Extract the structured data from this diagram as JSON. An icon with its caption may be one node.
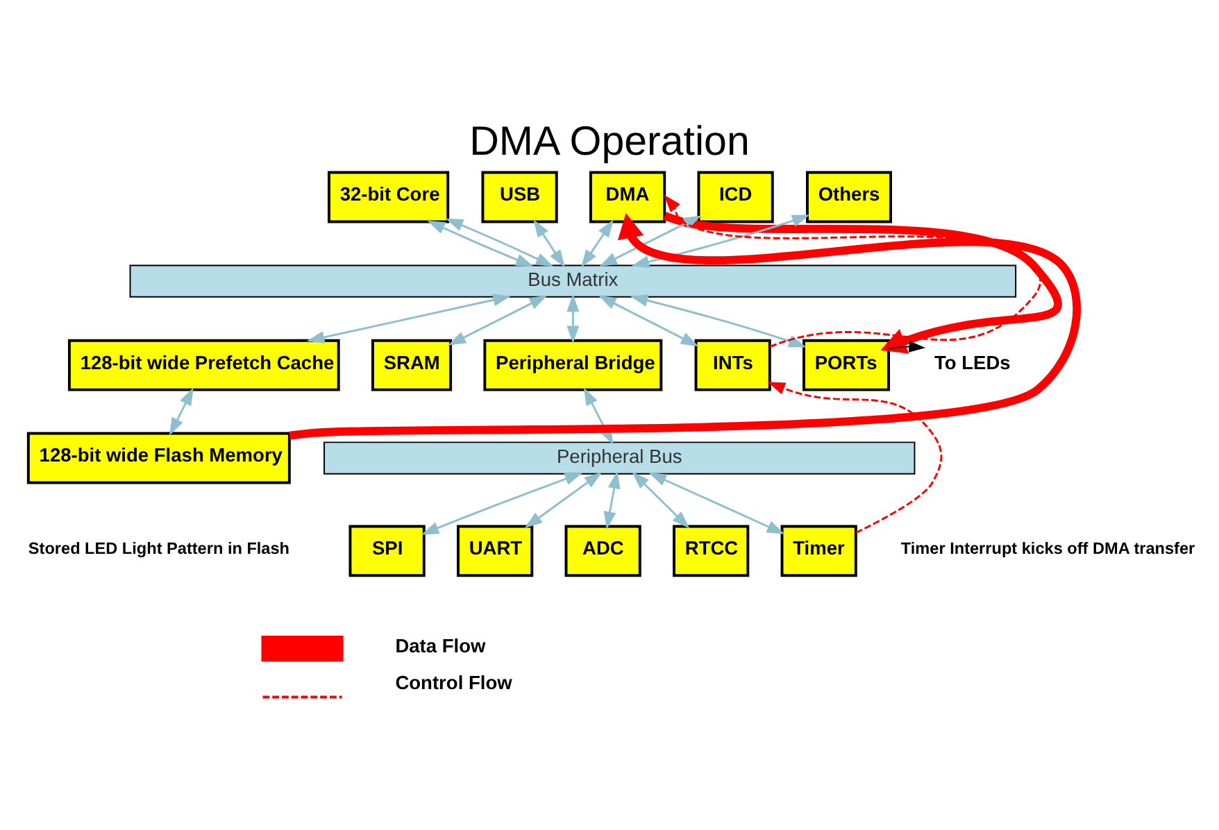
{
  "diagram": {
    "title": "DMA Operation",
    "nodes": [
      {
        "text": [
          "32-bit Core"
        ]
      },
      {
        "text": [
          "USB"
        ]
      },
      {
        "text": [
          "DMA"
        ]
      },
      {
        "text": [
          "ICD"
        ]
      },
      {
        "text": [
          "Others"
        ]
      },
      {
        "text": [
          "Bus Matrix"
        ]
      },
      {
        "text": [
          "128-bit wide Prefetch Cache"
        ]
      },
      {
        "text": [
          "SRAM"
        ]
      },
      {
        "text": [
          "Peripheral Bridge"
        ]
      },
      {
        "text": [
          "INTs"
        ]
      },
      {
        "text": [
          "PORTs"
        ]
      },
      {
        "text": [
          "Peripheral Bus"
        ]
      },
      {
        "text": [
          "128-bit wide Flash Memory"
        ],
        "beside": [
          "Stored LED Light Pattern in Flash"
        ]
      },
      {
        "text": [
          "SPI"
        ]
      },
      {
        "text": [
          "UART"
        ]
      },
      {
        "text": [
          "ADC"
        ]
      },
      {
        "text": [
          "RTCC"
        ]
      },
      {
        "text": [
          "Timer"
        ],
        "beside": [
          "Timer Interrupt kicks off DMA transfer"
        ]
      },
      {
        "text": [
          "To LEDs"
        ]
      }
    ],
    "edges": [
      {
        "from": 0,
        "to": 5,
        "arrow": "both"
      },
      {
        "from": 0,
        "to": 5,
        "arrow": "both"
      },
      {
        "from": 1,
        "to": 5,
        "arrow": "both"
      },
      {
        "from": 2,
        "to": 5,
        "arrow": "both"
      },
      {
        "from": 3,
        "to": 5,
        "arrow": "both"
      },
      {
        "from": 4,
        "to": 5,
        "arrow": "both"
      },
      {
        "from": 5,
        "to": 6,
        "arrow": "both"
      },
      {
        "from": 5,
        "to": 7,
        "arrow": "both"
      },
      {
        "from": 5,
        "to": 8,
        "arrow": "both"
      },
      {
        "from": 5,
        "to": 9,
        "arrow": "both"
      },
      {
        "from": 5,
        "to": 10,
        "arrow": "both"
      },
      {
        "from": 6,
        "to": 12,
        "arrow": "both"
      },
      {
        "from": 8,
        "to": 11,
        "arrow": "both"
      },
      {
        "from": 11,
        "to": 13,
        "arrow": "both"
      },
      {
        "from": 11,
        "to": 14,
        "arrow": "both"
      },
      {
        "from": 11,
        "to": 15,
        "arrow": "both"
      },
      {
        "from": 11,
        "to": 16,
        "arrow": "both"
      },
      {
        "from": 11,
        "to": 17,
        "arrow": "both"
      },
      {
        "from": 12,
        "to": 2,
        "arrow": "to",
        "style": "thick",
        "color": "#ff0000"
      },
      {
        "from": 2,
        "to": 10,
        "arrow": "to",
        "style": "thick",
        "color": "#ff0000"
      },
      {
        "from": 17,
        "to": 9,
        "arrow": "to",
        "style": "dashed",
        "color": "#ff0000"
      },
      {
        "from": 9,
        "to": 2,
        "arrow": "to",
        "style": "dashed",
        "color": "#ff0000"
      },
      {
        "from": 10,
        "to": 18,
        "arrow": "to",
        "color": "#000000"
      }
    ],
    "legend": [
      {
        "text": "Data Flow"
      },
      {
        "text": "Control Flow"
      }
    ]
  }
}
